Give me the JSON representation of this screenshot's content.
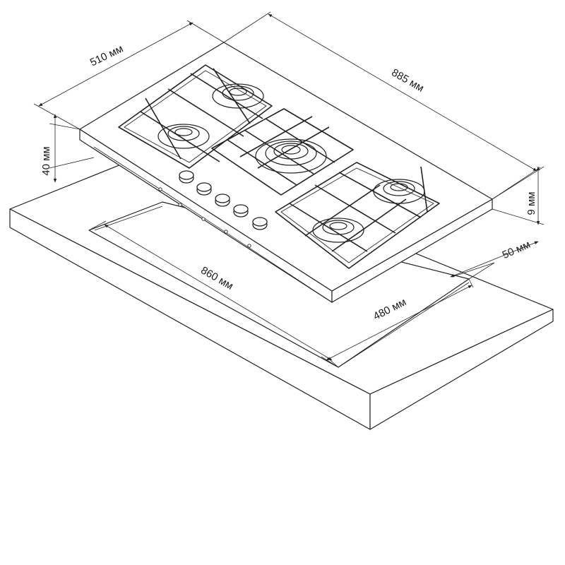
{
  "dimensions": {
    "width": "510 мм",
    "length": "885 мм",
    "height": "40 мм",
    "glass": "9 мм",
    "cutout_length": "860 мм",
    "cutout_width": "480 мм",
    "offset": "50 мм"
  },
  "hob": {
    "burner_count": 5,
    "knob_count": 5
  }
}
